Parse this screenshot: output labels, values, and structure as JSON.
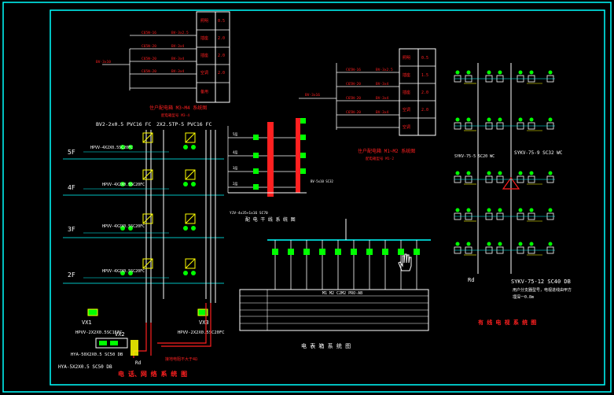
{
  "colors": {
    "background": "#000000",
    "frame": "#00ffff",
    "wire_white": "#ffffff",
    "wire_cyan": "#00ffff",
    "red": "#ff2020",
    "green": "#00ff00",
    "yellow": "#ffff00",
    "magenta": "#ff00ff"
  },
  "floors": {
    "f5": "5F",
    "f4": "4F",
    "f3": "3F",
    "f2": "2F"
  },
  "riser_left": {
    "cable_top_a": "BV2-2x0.5 PVC16 FC",
    "cable_top_b": "2X2.5TP-5 PVC16 FC",
    "vx1": "VX1",
    "vx2": "VX2",
    "vx3": "VX3",
    "bottom_cable_a": "HYA-50X2X0.5 SC50 DB",
    "bottom_cable_b": "HPVV-2X2X0.5SC15FC",
    "bottom_cable_c": "HPVV-2X2X0.5SC20FC",
    "bottom_note": "HYA-5X2X0.5 SC50 DB",
    "ground_label": "Rd",
    "title": "电 话、网 络 系 统 图"
  },
  "panel_top": {
    "title": "住户配电箱 M3~M4 系统图",
    "subtitle": "配电箱型号 M3-4"
  },
  "panel_right": {
    "title": "住户配电箱 M1~M2 系统图",
    "subtitle": "配电箱型号 M1-2"
  },
  "trunk": {
    "title": "配 电 干 线 系 统 图"
  },
  "meter_box": {
    "title": "电 表 箱 系 统 图",
    "table_header": "M1 M2 C2M2 PRO-AB"
  },
  "tv": {
    "cable_a": "SYKV-75-5 SC20 WC",
    "cable_b": "SYKV-75-9 SC32 WC",
    "cable_c": "SYKV-75-12 SC40 DB",
    "note": "用户分支器型号，电视进线由甲方",
    "note2": "埋深一0.8m",
    "ground_label": "Rd",
    "title": "有 线 电 视 系 统 图"
  }
}
